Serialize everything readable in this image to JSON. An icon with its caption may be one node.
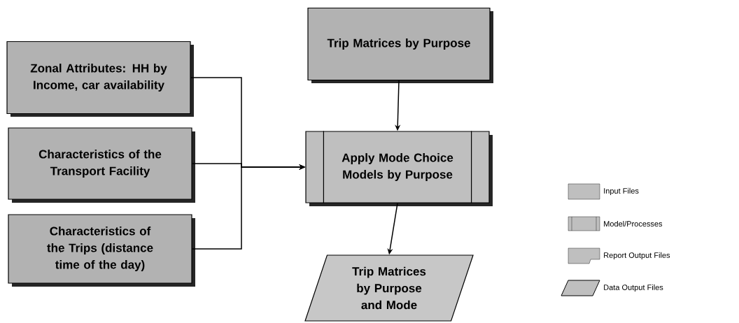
{
  "diagram": {
    "nodes": [
      {
        "text": [
          "Zonal Attributes: HH by Income, car availability"
        ]
      },
      {
        "text": [
          "Characteristics of the Transport Facility"
        ]
      },
      {
        "text": [
          "Characteristics of the Trips (distance time of the day)"
        ]
      },
      {
        "text": [
          "Trip Matrices by Purpose"
        ]
      },
      {
        "text": [
          "Apply Mode Choice Models by Purpose"
        ]
      },
      {
        "text": [
          "Trip Matrices by Purpose and Mode"
        ]
      }
    ],
    "edges": [
      {
        "from": 0,
        "to": 4,
        "arrow": "to"
      },
      {
        "from": 1,
        "to": 4,
        "arrow": "to"
      },
      {
        "from": 2,
        "to": 4,
        "arrow": "to"
      },
      {
        "from": 3,
        "to": 4,
        "arrow": "to"
      },
      {
        "from": 4,
        "to": 5,
        "arrow": "to"
      }
    ],
    "legend": [
      {
        "text": "Input Files"
      },
      {
        "text": "Model/Processes"
      },
      {
        "text": "Report Output Files"
      },
      {
        "text": "Data Output Files"
      }
    ]
  }
}
